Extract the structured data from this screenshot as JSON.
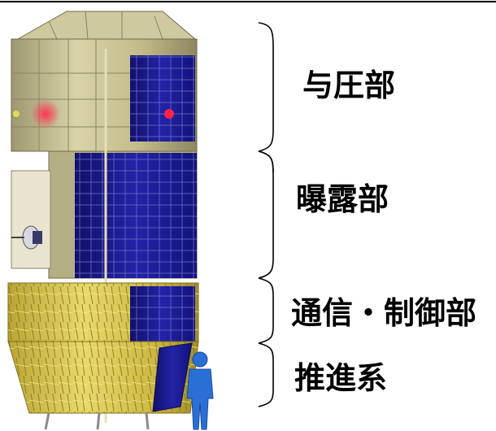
{
  "modules": [
    {
      "key": "pressure",
      "label": "与圧部"
    },
    {
      "key": "exposure",
      "label": "曝露部"
    },
    {
      "key": "comm",
      "label": "通信・制御部"
    },
    {
      "key": "propulsion",
      "label": "推進系"
    }
  ],
  "colors": {
    "gold_foil": "#d8c54a",
    "pressure_shell": "#cfc9a0",
    "solar_panel": "#1a1a8c",
    "bracket": "#000000",
    "astronaut": "#2a6fd6"
  }
}
